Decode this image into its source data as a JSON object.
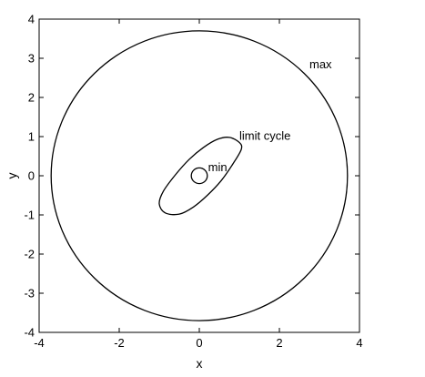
{
  "chart_data": {
    "type": "line",
    "xlabel": "x",
    "ylabel": "y",
    "xlim": [
      -4,
      4
    ],
    "ylim": [
      -4,
      4
    ],
    "xticks": [
      -4,
      -2,
      0,
      2,
      4
    ],
    "yticks": [
      -4,
      -3,
      -2,
      -1,
      0,
      1,
      2,
      3,
      4
    ],
    "grid": false,
    "series": [
      {
        "name": "max",
        "shape": "circle",
        "center": [
          0,
          0
        ],
        "radius": 3.7
      },
      {
        "name": "limit cycle",
        "shape": "closed-curve",
        "points": [
          [
            1.0,
            0.85
          ],
          [
            0.75,
            0.98
          ],
          [
            0.45,
            0.93
          ],
          [
            0.1,
            0.72
          ],
          [
            -0.25,
            0.42
          ],
          [
            -0.6,
            0.02
          ],
          [
            -0.9,
            -0.4
          ],
          [
            -1.0,
            -0.72
          ],
          [
            -0.85,
            -0.95
          ],
          [
            -0.5,
            -0.98
          ],
          [
            -0.15,
            -0.8
          ],
          [
            0.2,
            -0.5
          ],
          [
            0.55,
            -0.12
          ],
          [
            0.85,
            0.32
          ],
          [
            1.05,
            0.68
          ]
        ]
      },
      {
        "name": "min",
        "shape": "circle",
        "center": [
          0,
          0
        ],
        "radius": 0.2
      }
    ],
    "annotations": [
      {
        "text": "max",
        "x": 2.75,
        "y": 2.75
      },
      {
        "text": "limit cycle",
        "x": 1.0,
        "y": 0.92
      },
      {
        "text": "min",
        "x": 0.22,
        "y": 0.12
      }
    ]
  }
}
